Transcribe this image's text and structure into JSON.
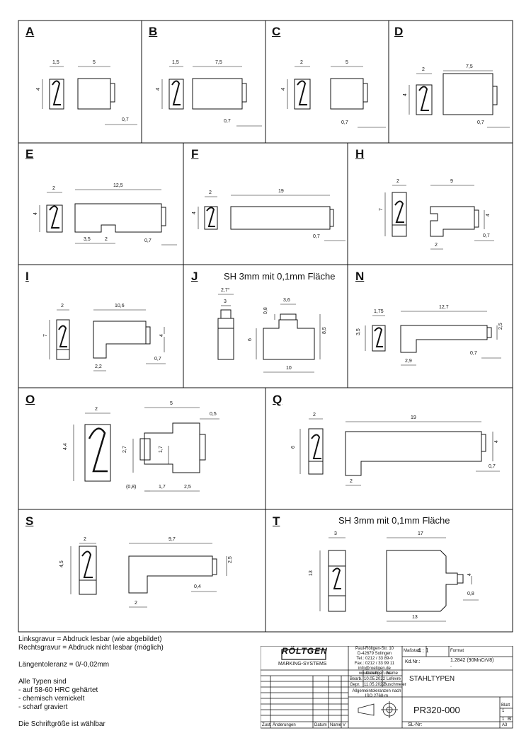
{
  "cells": {
    "A": {
      "letter": "A",
      "dims": {
        "w_char": "1,5",
        "w_body": "5",
        "h": "4",
        "tab": "0,7"
      }
    },
    "B": {
      "letter": "B",
      "dims": {
        "w_char": "1,5",
        "w_body": "7,5",
        "h": "4",
        "tab": "0,7"
      }
    },
    "C": {
      "letter": "C",
      "dims": {
        "w_char": "2",
        "w_body": "5",
        "h": "4",
        "tab": "0,7"
      }
    },
    "D": {
      "letter": "D",
      "dims": {
        "w_char": "2",
        "w_body": "7,5",
        "h": "4",
        "tab": "0,7"
      }
    },
    "E": {
      "letter": "E",
      "dims": {
        "w_char": "2",
        "w_body": "12,5",
        "h": "4",
        "tab": "0,7",
        "notch_a": "3,5",
        "notch_b": "2"
      }
    },
    "F": {
      "letter": "F",
      "dims": {
        "w_char": "2",
        "w_body": "19",
        "h": "4",
        "tab": "0,7"
      }
    },
    "H": {
      "letter": "H",
      "dims": {
        "w_char": "2",
        "w_body": "9",
        "h": "7",
        "h_small": "4",
        "tab": "0,7",
        "foot": "2"
      }
    },
    "I": {
      "letter": "I",
      "dims": {
        "w_char": "2",
        "w_body": "10,6",
        "h": "7",
        "h_small": "4",
        "tab": "0,7",
        "foot": "2,2"
      }
    },
    "J": {
      "letter": "J",
      "subtitle": "SH 3mm mit 0,1mm Fläche",
      "dims": {
        "angle": "2,7°",
        "w3": "3",
        "top": "3,6",
        "h08": "0,8",
        "h6": "6",
        "h85": "8,5",
        "w10": "10"
      }
    },
    "N": {
      "letter": "N",
      "dims": {
        "w_char": "1,75",
        "w_body": "12,7",
        "h": "3,5",
        "h_small": "2,5",
        "tab": "0,7",
        "foot": "2,9"
      }
    },
    "O": {
      "letter": "O",
      "dims": {
        "w_char": "2",
        "w_body": "5",
        "h": "4,4",
        "h27": "2,7",
        "h17": "1,7",
        "tab": "0,5",
        "b08": "(0,8)",
        "b17": "1,7",
        "b25": "2,5"
      }
    },
    "Q": {
      "letter": "Q",
      "dims": {
        "w_char": "2",
        "w_body": "19",
        "h": "6",
        "h_small": "4",
        "tab": "0,7",
        "foot": "2"
      }
    },
    "S": {
      "letter": "S",
      "dims": {
        "w_char": "2",
        "w_body": "9,7",
        "h": "4,5",
        "h_small": "2,5",
        "tab": "0,4",
        "foot": "2"
      }
    },
    "T": {
      "letter": "T",
      "subtitle": "SH 3mm mit 0,1mm Fläche",
      "dims": {
        "w_char": "3",
        "w_body": "17",
        "h": "13",
        "h_small": "4",
        "tab": "0,8",
        "bottom": "13"
      }
    }
  },
  "notes": [
    "Linksgravur = Abdruck lesbar (wie abgebildet)",
    "Rechtsgravur = Abdruck nicht lesbar (möglich)",
    "",
    "Längentoleranz = 0/-0,02mm",
    "",
    "Alle Typen sind",
    "- auf 58-60 HRC gehärtet",
    "- chemisch vernickelt",
    "- scharf graviert",
    "",
    "Die Schriftgröße ist wählbar"
  ],
  "title_block": {
    "logo": "RÖLTGEN",
    "logo_sub": "MARKING-SYSTEMS",
    "address": [
      "Paul-Röltgen-Str. 10",
      "D-42679 Solingen",
      "Tel.: 0212 / 33 89-0",
      "Fax.: 0212 / 33 99 11",
      "info@roeltgen.de",
      "www.roeltgen.de"
    ],
    "scale_label": "Maßstab:",
    "scale": "4 : 1",
    "form_label": "Format",
    "kd_label": "Kd.Nr.:",
    "material": "1.2842 (90MnCrV8)",
    "material_sub": "-",
    "hdr_datum": "Datum",
    "hdr_name": "Name",
    "bearb_label": "Bearb.",
    "bearb_date": "10.05.2022",
    "bearb_name": "Lefevre",
    "gepr_label": "Gepr.",
    "gepr_date": "11.05.2022",
    "gepr_name": "Buschmeier",
    "tolerance": "Allgemeintoleranzen nach ISO 2768-m",
    "title": "STAHLTYPEN",
    "drawing_no": "PR320-000",
    "sl_label": "SL-Nr:",
    "blatt_label": "Blatt",
    "blatt": "1",
    "blatt_of": "1",
    "bl_label": "Bl",
    "size": "A3",
    "zust": "Zust.",
    "aenderungen": "Änderungen",
    "datum": "Datum",
    "name": "Name",
    "v": "V"
  }
}
